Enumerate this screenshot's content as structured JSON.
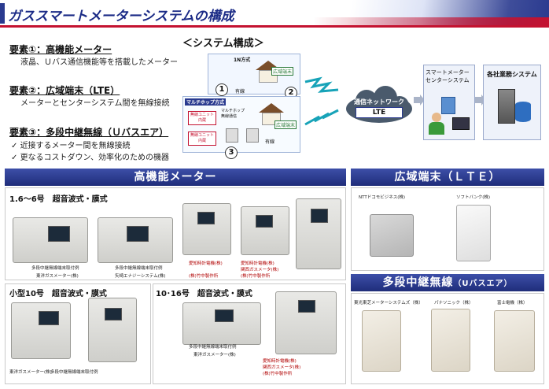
{
  "header": {
    "title": "ガススマートメーターシステムの構成"
  },
  "elements": [
    {
      "head": "要素①：高機能メーター",
      "desc": "液晶、Ｕバス通信機能等を搭載したメーター"
    },
    {
      "head": "要素②：広域端末（LTE）",
      "desc": "メーターとセンターシステム間を無線接続"
    },
    {
      "head": "要素③：多段中継無線（Ｕバスエア）",
      "checks": [
        "近接するメーター間を無線接続",
        "更なるコストダウン、効率化のための機器"
      ]
    }
  ],
  "system": {
    "title": "＜システム構成＞",
    "box1_label": "1N方式",
    "box2_label": "マルチホップ方式",
    "wide_terminal": "広域端末",
    "relay_unit": "無線ユニット\n内蔵",
    "multihop_label": "マルチホップ\n無線通信",
    "wired": "有線",
    "network": "通信ネットワーク",
    "lte": "LTE",
    "smart_meter_center": "スマートメーター\nセンターシステム",
    "business_system": "各社業務システム",
    "numbers": [
      "1",
      "2",
      "3"
    ]
  },
  "sections": {
    "meter": "高機能メーター",
    "wide": "広域端末（ＬＴＥ）",
    "relay": "多段中継無線",
    "relay_small": "（Uバスエア）"
  },
  "meter_groups": {
    "g1": "1.6～6号　超音波式・膜式",
    "g2": "小型10号　超音波式・膜式",
    "g3": "10･16号　超音波式・膜式"
  },
  "captions": {
    "c1a": "多段中継無線端末取付例",
    "c1b": "東洋ガスメーター(株)",
    "c2a": "多段中継無線端末取付例",
    "c2b": "矢崎エナジーシステム(株)",
    "c3a": "愛知時計電機(株)",
    "c3b": "(株)竹中製作所",
    "c4a": "愛知時計電機(株)",
    "c4b": "関西ガスメータ(株)",
    "c4c": "(株)竹中製作所",
    "c5a": "東洋ガスメーター(株)",
    "c5b": "多段中継無線端末取付例",
    "c6a": "多段中継無線端末取付例",
    "c6b": "東洋ガスメーター(株)",
    "c7a": "愛知時計電機(株)",
    "c7b": "関西ガスメータ(株)",
    "c7c": "(株)竹中製作所",
    "lte1": "NTTドコモビジネス(株)",
    "lte2": "ソフトバンク(株)",
    "r1": "東光東芝メーターシステムズ（株）",
    "r2": "パナソニック（株）",
    "r3": "富士電機（株）"
  }
}
